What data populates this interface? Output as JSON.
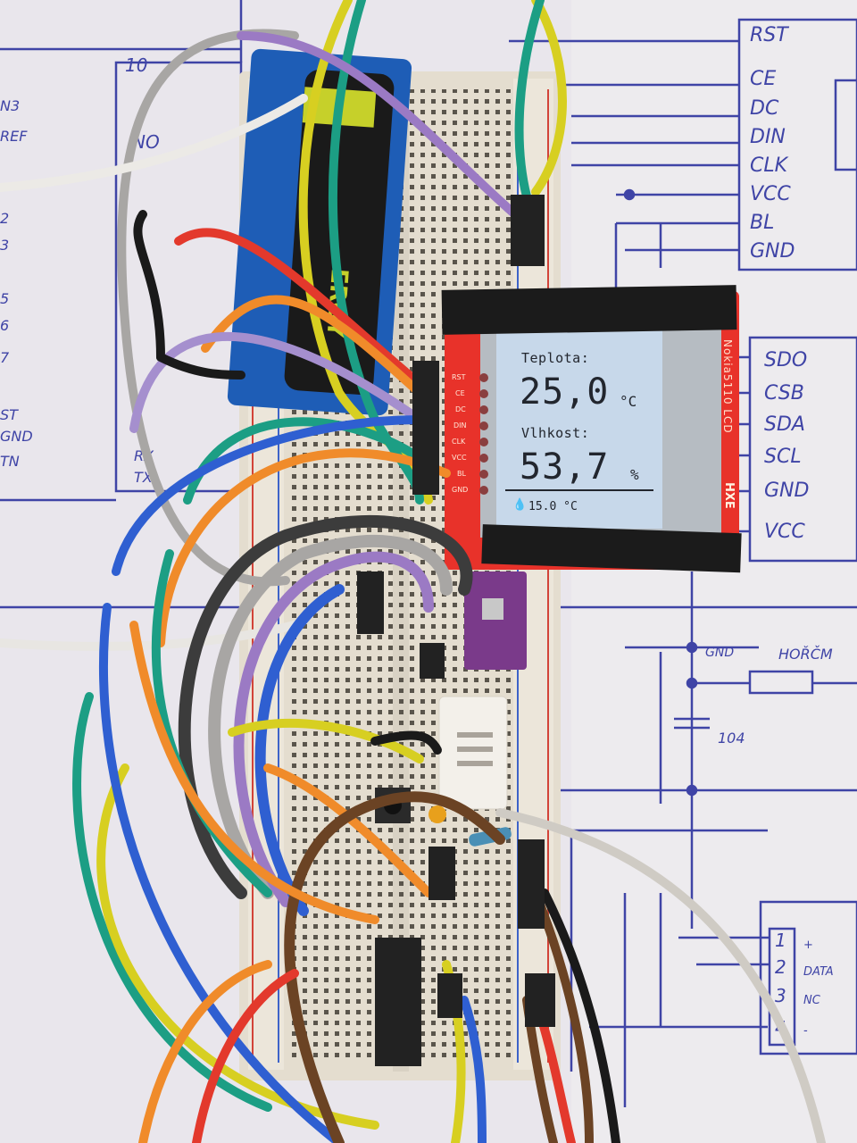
{
  "lcd": {
    "temp_label": "Teplota:",
    "temp_value": "25,0",
    "temp_unit": "°C",
    "hum_label": "Vlhkost:",
    "hum_value": "53,7",
    "hum_unit": "%",
    "dew_value": "15.0 °C"
  },
  "lcd_board": {
    "name": "Nokia5110 LCD",
    "brand": "HXE",
    "pins": [
      "RST",
      "CE",
      "DC",
      "DIN",
      "CLK",
      "VCC",
      "BL",
      "GND"
    ]
  },
  "battery": {
    "text": "ERGY"
  },
  "schematic": {
    "lcd_pins": [
      "RST",
      "CE",
      "DC",
      "DIN",
      "CLK",
      "VCC",
      "BL",
      "GND"
    ],
    "sensor_pins": [
      "SDO",
      "CSB",
      "SDA",
      "SCL",
      "GND",
      "VCC"
    ],
    "left_labels": [
      "10",
      "NO",
      "N3",
      "REF",
      "2",
      "3",
      "5",
      "6",
      "7",
      "ST",
      "GND",
      "TN",
      "RX",
      "TX"
    ],
    "components": {
      "gnd": "GND",
      "resistor": "HOŘČM",
      "capacitor": "104"
    },
    "dht_pins": [
      "1",
      "2",
      "3",
      "4"
    ],
    "dht_labels": [
      "+",
      "DATA",
      "NC",
      "-"
    ]
  },
  "colors": {
    "paper": "#e9e6ec",
    "ink": "#3f44a6",
    "breadboard": "#e8e2d4",
    "lcd_pcb": "#e8322a",
    "lcd_screen": "#c7d8ea",
    "battery_holder": "#1e5db6"
  }
}
